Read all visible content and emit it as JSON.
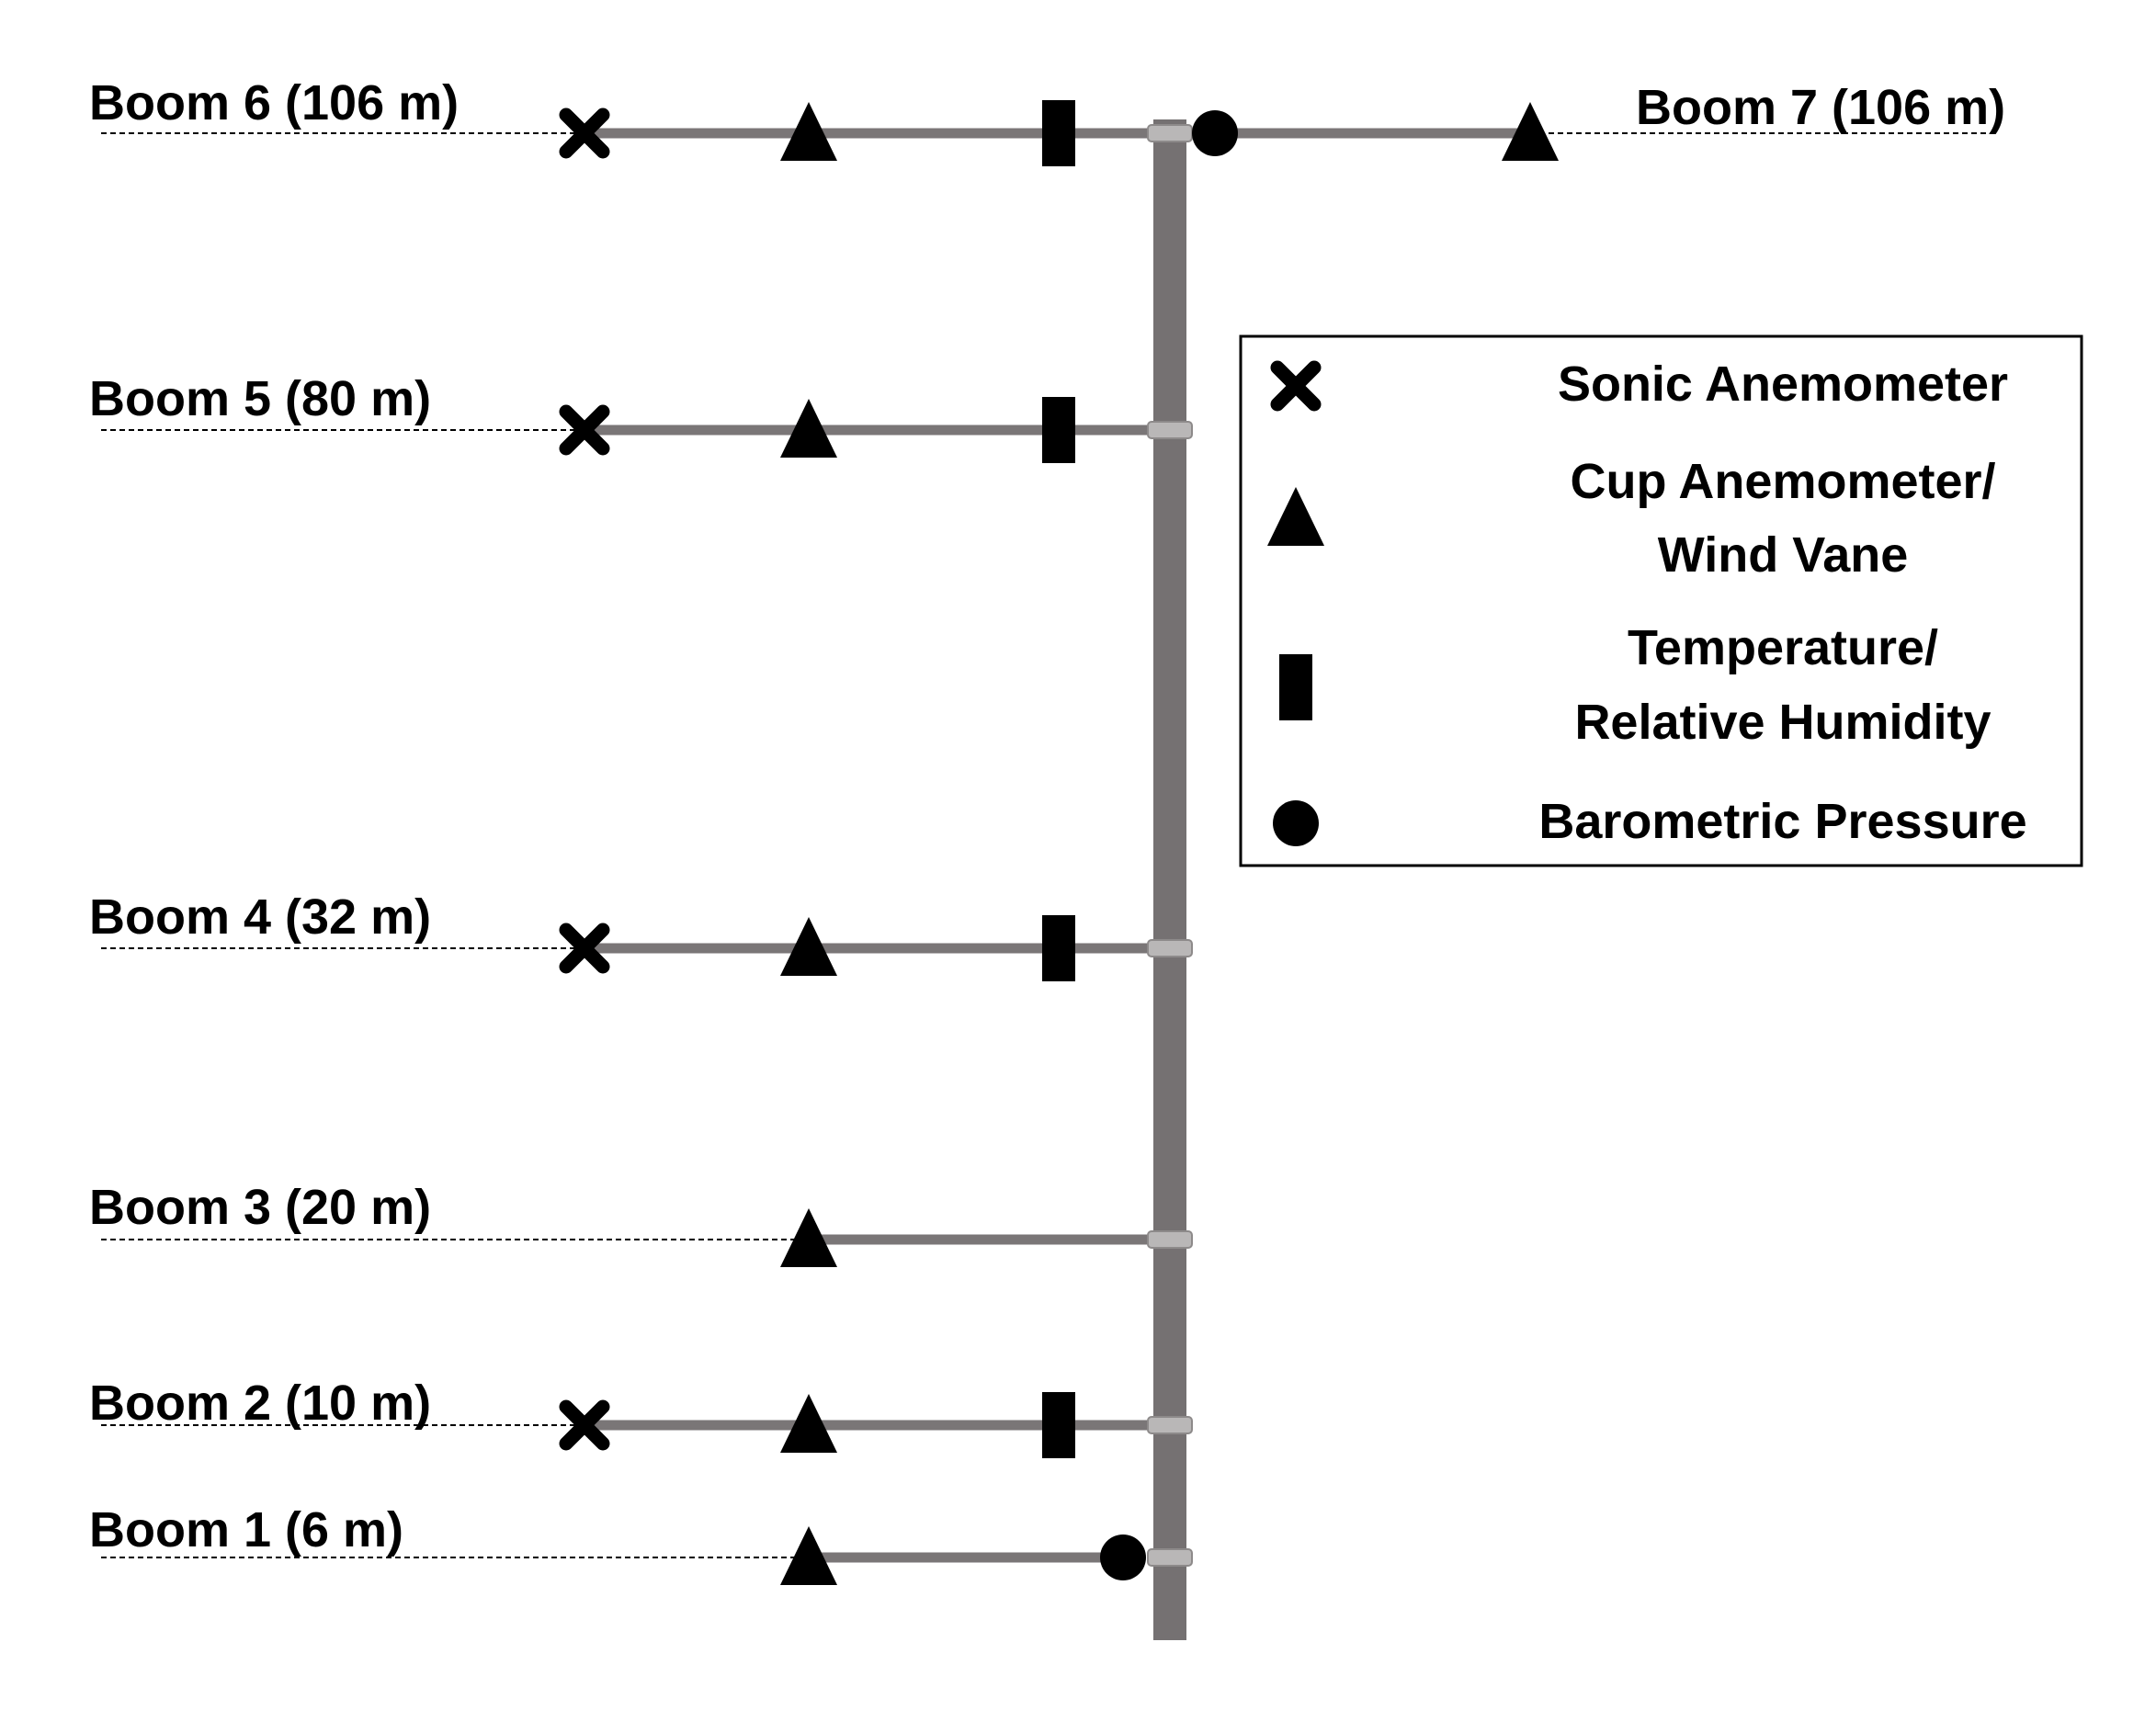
{
  "diagram": {
    "booms": [
      {
        "id": "boom-1",
        "label": "Boom 1 (6 m)",
        "side": "left",
        "instruments": [
          "cup_anemometer",
          "barometer"
        ]
      },
      {
        "id": "boom-2",
        "label": "Boom 2 (10 m)",
        "side": "left",
        "instruments": [
          "sonic_anemometer",
          "cup_anemometer",
          "temp_rh"
        ]
      },
      {
        "id": "boom-3",
        "label": "Boom 3 (20 m)",
        "side": "left",
        "instruments": [
          "cup_anemometer"
        ]
      },
      {
        "id": "boom-4",
        "label": "Boom 4 (32 m)",
        "side": "left",
        "instruments": [
          "sonic_anemometer",
          "cup_anemometer",
          "temp_rh"
        ]
      },
      {
        "id": "boom-5",
        "label": "Boom 5 (80 m)",
        "side": "left",
        "instruments": [
          "sonic_anemometer",
          "cup_anemometer",
          "temp_rh"
        ]
      },
      {
        "id": "boom-6",
        "label": "Boom 6 (106 m)",
        "side": "left",
        "instruments": [
          "sonic_anemometer",
          "cup_anemometer",
          "temp_rh"
        ]
      },
      {
        "id": "boom-7",
        "label": "Boom 7 (106 m)",
        "side": "right",
        "instruments": [
          "barometer",
          "cup_anemometer"
        ]
      }
    ],
    "legend": [
      {
        "symbol": "sonic_anemometer",
        "icon": "x-mark",
        "lines": [
          "Sonic Anemometer"
        ]
      },
      {
        "symbol": "cup_anemometer",
        "icon": "triangle",
        "lines": [
          "Cup Anemometer/",
          "Wind Vane"
        ]
      },
      {
        "symbol": "temp_rh",
        "icon": "rectangle",
        "lines": [
          "Temperature/",
          "Relative Humidity"
        ]
      },
      {
        "symbol": "barometer",
        "icon": "circle",
        "lines": [
          "Barometric Pressure"
        ]
      }
    ],
    "colors": {
      "tower": "#757172",
      "boom": "#7a7677",
      "collar": "#b9b7b7",
      "symbol": "#000000",
      "legend_border": "#000000"
    }
  }
}
